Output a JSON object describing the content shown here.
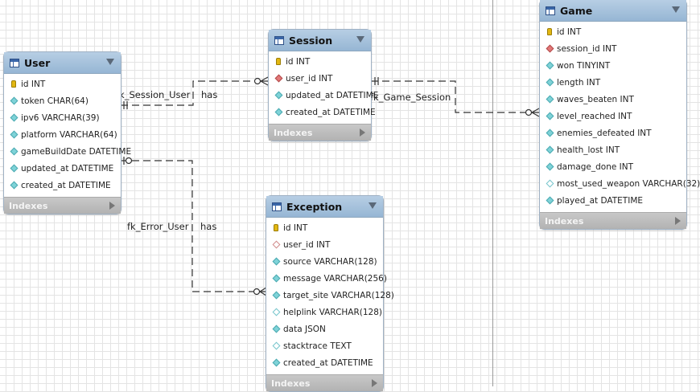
{
  "tables": {
    "user": {
      "title": "User",
      "columns": [
        {
          "text": "id INT",
          "icon": "key"
        },
        {
          "text": "token CHAR(64)",
          "icon": "plain"
        },
        {
          "text": "ipv6 VARCHAR(39)",
          "icon": "plain"
        },
        {
          "text": "platform VARCHAR(64)",
          "icon": "plain"
        },
        {
          "text": "gameBuildDate DATETIME",
          "icon": "plain"
        },
        {
          "text": "updated_at DATETIME",
          "icon": "plain"
        },
        {
          "text": "created_at DATETIME",
          "icon": "plain"
        }
      ],
      "indexes_label": "Indexes"
    },
    "session": {
      "title": "Session",
      "columns": [
        {
          "text": "id INT",
          "icon": "key"
        },
        {
          "text": "user_id INT",
          "icon": "fk"
        },
        {
          "text": "updated_at DATETIME",
          "icon": "plain"
        },
        {
          "text": "created_at DATETIME",
          "icon": "plain"
        }
      ],
      "indexes_label": "Indexes"
    },
    "exception": {
      "title": "Exception",
      "columns": [
        {
          "text": "id INT",
          "icon": "key"
        },
        {
          "text": "user_id INT",
          "icon": "fk-hollow"
        },
        {
          "text": "source VARCHAR(128)",
          "icon": "plain"
        },
        {
          "text": "message VARCHAR(256)",
          "icon": "plain"
        },
        {
          "text": "target_site VARCHAR(128)",
          "icon": "plain"
        },
        {
          "text": "helplink VARCHAR(128)",
          "icon": "hollow"
        },
        {
          "text": "data JSON",
          "icon": "plain"
        },
        {
          "text": "stacktrace TEXT",
          "icon": "hollow"
        },
        {
          "text": "created_at DATETIME",
          "icon": "plain"
        }
      ],
      "indexes_label": "Indexes"
    },
    "game": {
      "title": "Game",
      "columns": [
        {
          "text": "id INT",
          "icon": "key"
        },
        {
          "text": "session_id INT",
          "icon": "fk"
        },
        {
          "text": "won TINYINT",
          "icon": "plain"
        },
        {
          "text": "length INT",
          "icon": "plain"
        },
        {
          "text": "waves_beaten INT",
          "icon": "plain"
        },
        {
          "text": "level_reached INT",
          "icon": "plain"
        },
        {
          "text": "enemies_defeated INT",
          "icon": "plain"
        },
        {
          "text": "health_lost INT",
          "icon": "plain"
        },
        {
          "text": "damage_done INT",
          "icon": "plain"
        },
        {
          "text": "most_used_weapon VARCHAR(32)",
          "icon": "hollow"
        },
        {
          "text": "played_at DATETIME",
          "icon": "plain"
        }
      ],
      "indexes_label": "Indexes"
    }
  },
  "relationships": {
    "session_user": {
      "name": "fk_Session_User",
      "verb": "has"
    },
    "error_user": {
      "name": "fk_Error_User",
      "verb": "has"
    },
    "game_session": {
      "name": "fk_Game_Session"
    }
  }
}
